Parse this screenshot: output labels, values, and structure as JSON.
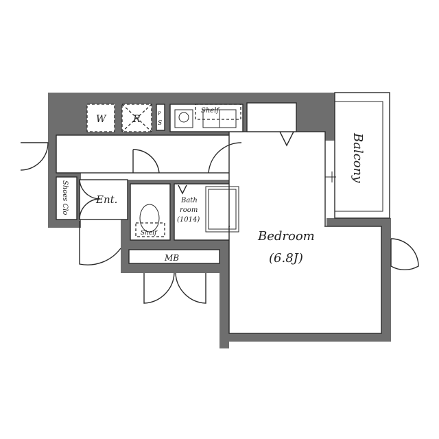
{
  "floorplan": {
    "labels": {
      "washer": "W",
      "refrigerator": "R",
      "pipe_space": "PS",
      "pipe_space_top": "P",
      "pipe_space_bottom": "S",
      "shelf": "Shelf",
      "balcony": "Balcony",
      "entrance": "Ent.",
      "shoes_closet": "Shoes Clo",
      "bath_line1": "Bath",
      "bath_line2": "room",
      "bath_line3": "(1014)",
      "toilet_shelf": "Shelf",
      "meter_box": "MB",
      "bedroom": "Bedroom",
      "bedroom_size": "(6.8J)"
    },
    "colors": {
      "wall": "#6e6e6e",
      "line": "#2a2a2a",
      "background": "#ffffff"
    }
  }
}
